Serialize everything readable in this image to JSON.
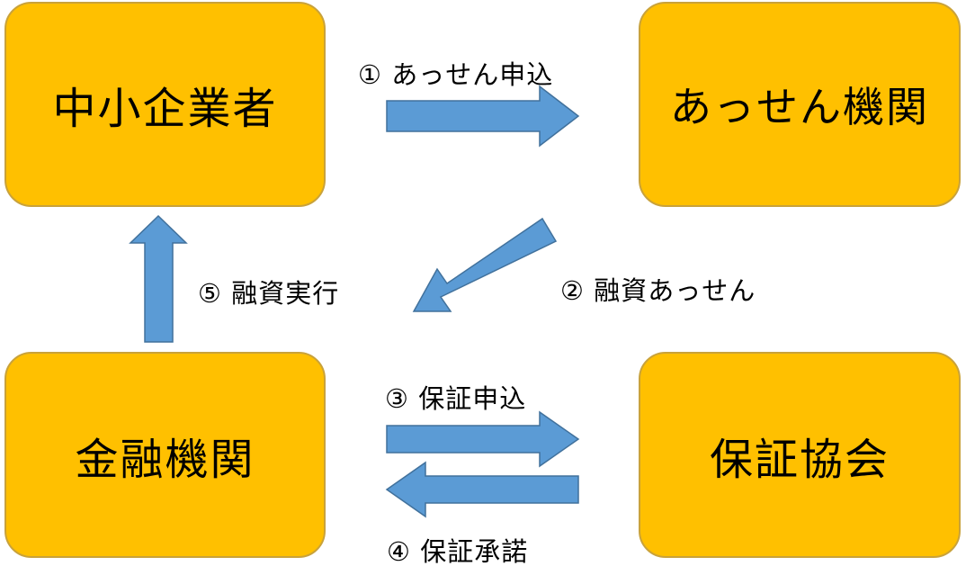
{
  "nodes": {
    "sme": "中小企業者",
    "agency": "あっせん機関",
    "bank": "金融機関",
    "guarantee": "保証協会"
  },
  "steps": {
    "step1": "① あっせん申込",
    "step2": "② 融資あっせん",
    "step3": "③ 保証申込",
    "step4": "④ 保証承諾",
    "step5": "⑤ 融資実行"
  },
  "colors": {
    "box_fill": "#ffc000",
    "arrow_fill": "#5b9bd5"
  }
}
